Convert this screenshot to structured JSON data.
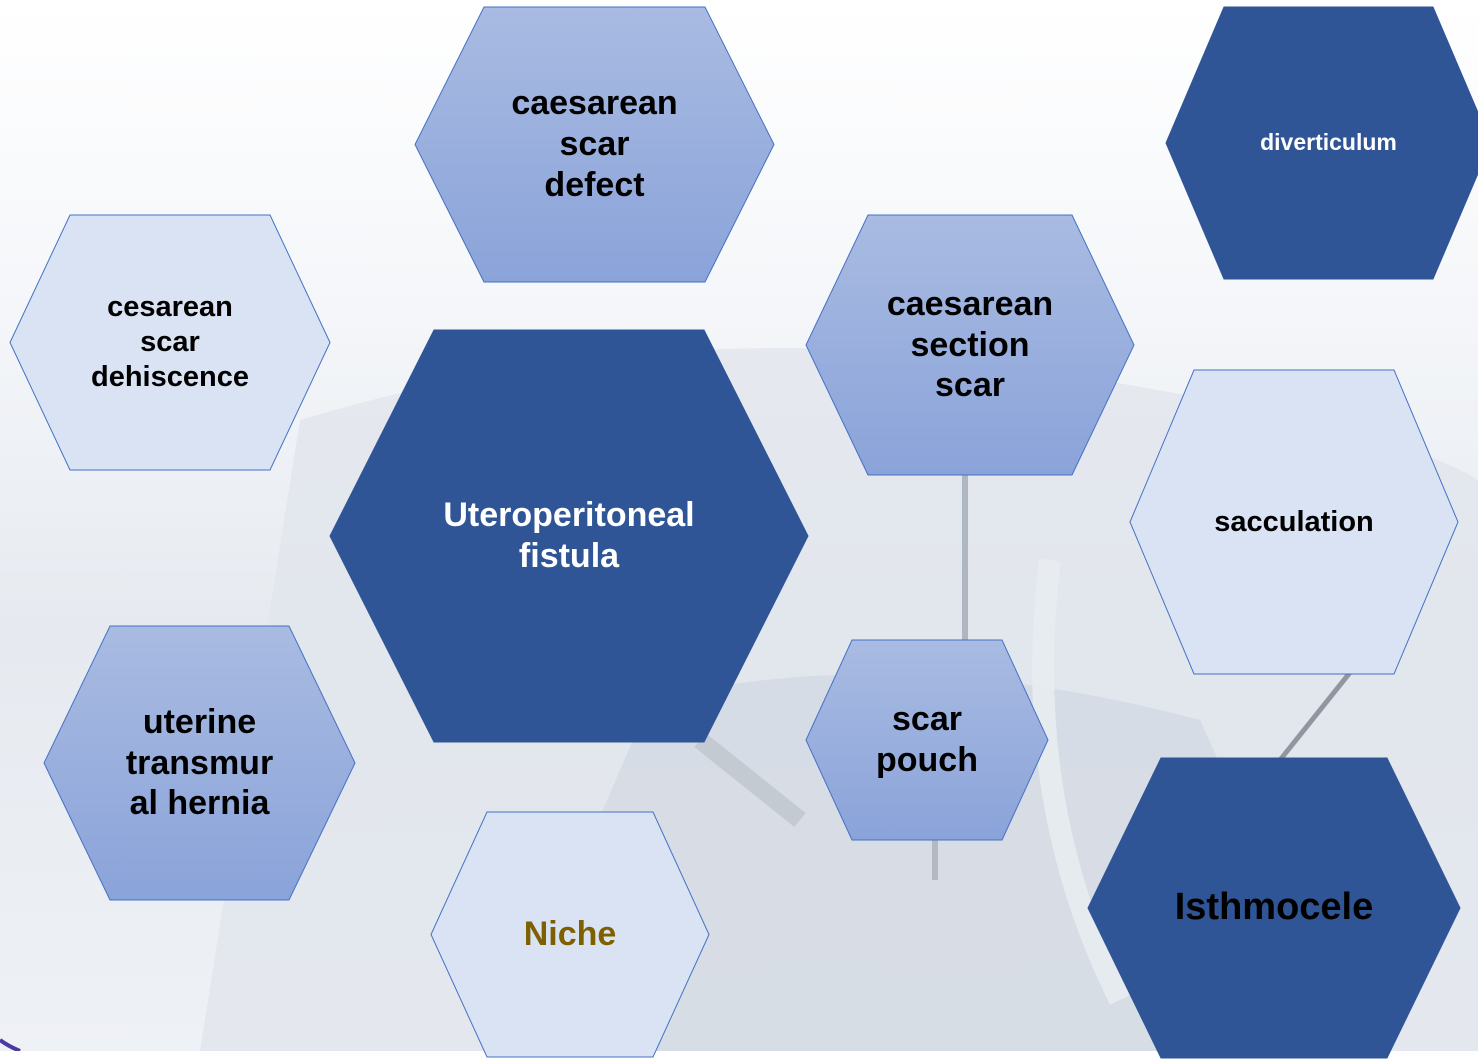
{
  "colors": {
    "dark_blue": "#2f5597",
    "medium_blue": "#8faadc",
    "light_blue": "#dae3f3",
    "hex_border": "#4472c4",
    "niche_text": "#7f6000"
  },
  "hexagons": [
    {
      "id": "caesarean-scar-defect",
      "text": "caesarean\nscar\ndefect",
      "style": "medium"
    },
    {
      "id": "diverticulum",
      "text": "diverticulum",
      "style": "dark"
    },
    {
      "id": "cesarean-scar-dehiscence",
      "text": "cesarean\nscar\ndehiscence",
      "style": "light"
    },
    {
      "id": "caesarean-section-scar",
      "text": "caesarean\nsection\nscar",
      "style": "medium"
    },
    {
      "id": "uteroperitoneal-fistula",
      "text": "Uteroperitoneal\nfistula",
      "style": "dark"
    },
    {
      "id": "sacculation",
      "text": "sacculation",
      "style": "light"
    },
    {
      "id": "uterine-transmural-hernia",
      "text": "uterine\ntransmur\nal hernia",
      "style": "medium"
    },
    {
      "id": "scar-pouch",
      "text": "scar\npouch",
      "style": "medium"
    },
    {
      "id": "niche",
      "text": "Niche",
      "style": "light-gold"
    },
    {
      "id": "isthmocele",
      "text": "Isthmocele",
      "style": "dark"
    }
  ]
}
